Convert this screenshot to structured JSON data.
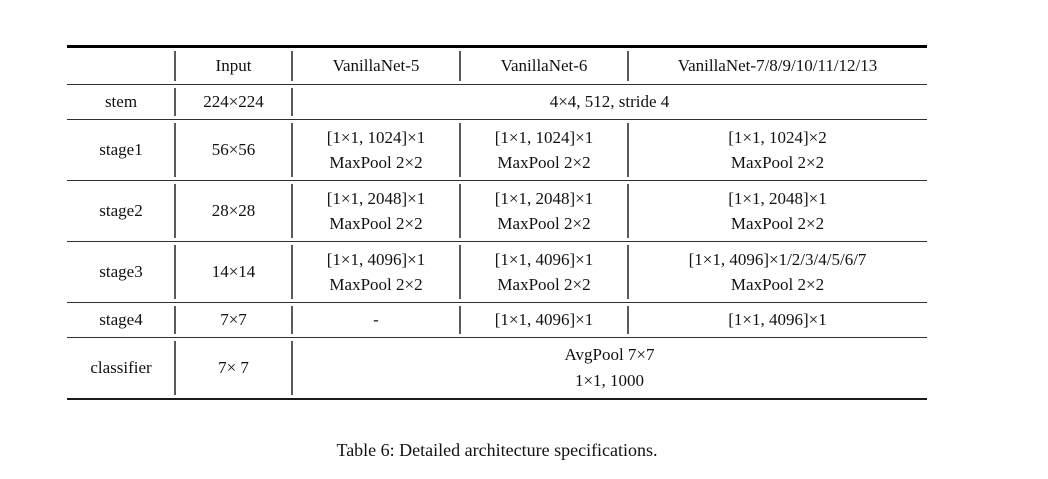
{
  "table": {
    "caption": "Table 6: Detailed architecture specifications.",
    "columns": [
      "",
      "Input",
      "VanillaNet-5",
      "VanillaNet-6",
      "VanillaNet-7/8/9/10/11/12/13"
    ],
    "rows": [
      {
        "label": "stem",
        "input": "224×224",
        "span": "4×4, 512, stride 4"
      },
      {
        "label": "stage1",
        "input": "56×56",
        "vn5": "[1×1, 1024]×1\nMaxPool 2×2",
        "vn6": "[1×1, 1024]×1\nMaxPool 2×2",
        "vn7_13": "[1×1, 1024]×2\nMaxPool 2×2"
      },
      {
        "label": "stage2",
        "input": "28×28",
        "vn5": "[1×1, 2048]×1\nMaxPool 2×2",
        "vn6": "[1×1, 2048]×1\nMaxPool 2×2",
        "vn7_13": "[1×1, 2048]×1\nMaxPool 2×2"
      },
      {
        "label": "stage3",
        "input": "14×14",
        "vn5": "[1×1, 4096]×1\nMaxPool 2×2",
        "vn6": "[1×1, 4096]×1\nMaxPool 2×2",
        "vn7_13": "[1×1, 4096]×1/2/3/4/5/6/7\nMaxPool 2×2"
      },
      {
        "label": "stage4",
        "input": "7×7",
        "vn5": "-",
        "vn6": "[1×1, 4096]×1",
        "vn7_13": "[1×1, 4096]×1"
      },
      {
        "label": "classifier",
        "input": "7× 7",
        "span": "AvgPool 7×7\n1×1, 1000"
      }
    ]
  }
}
